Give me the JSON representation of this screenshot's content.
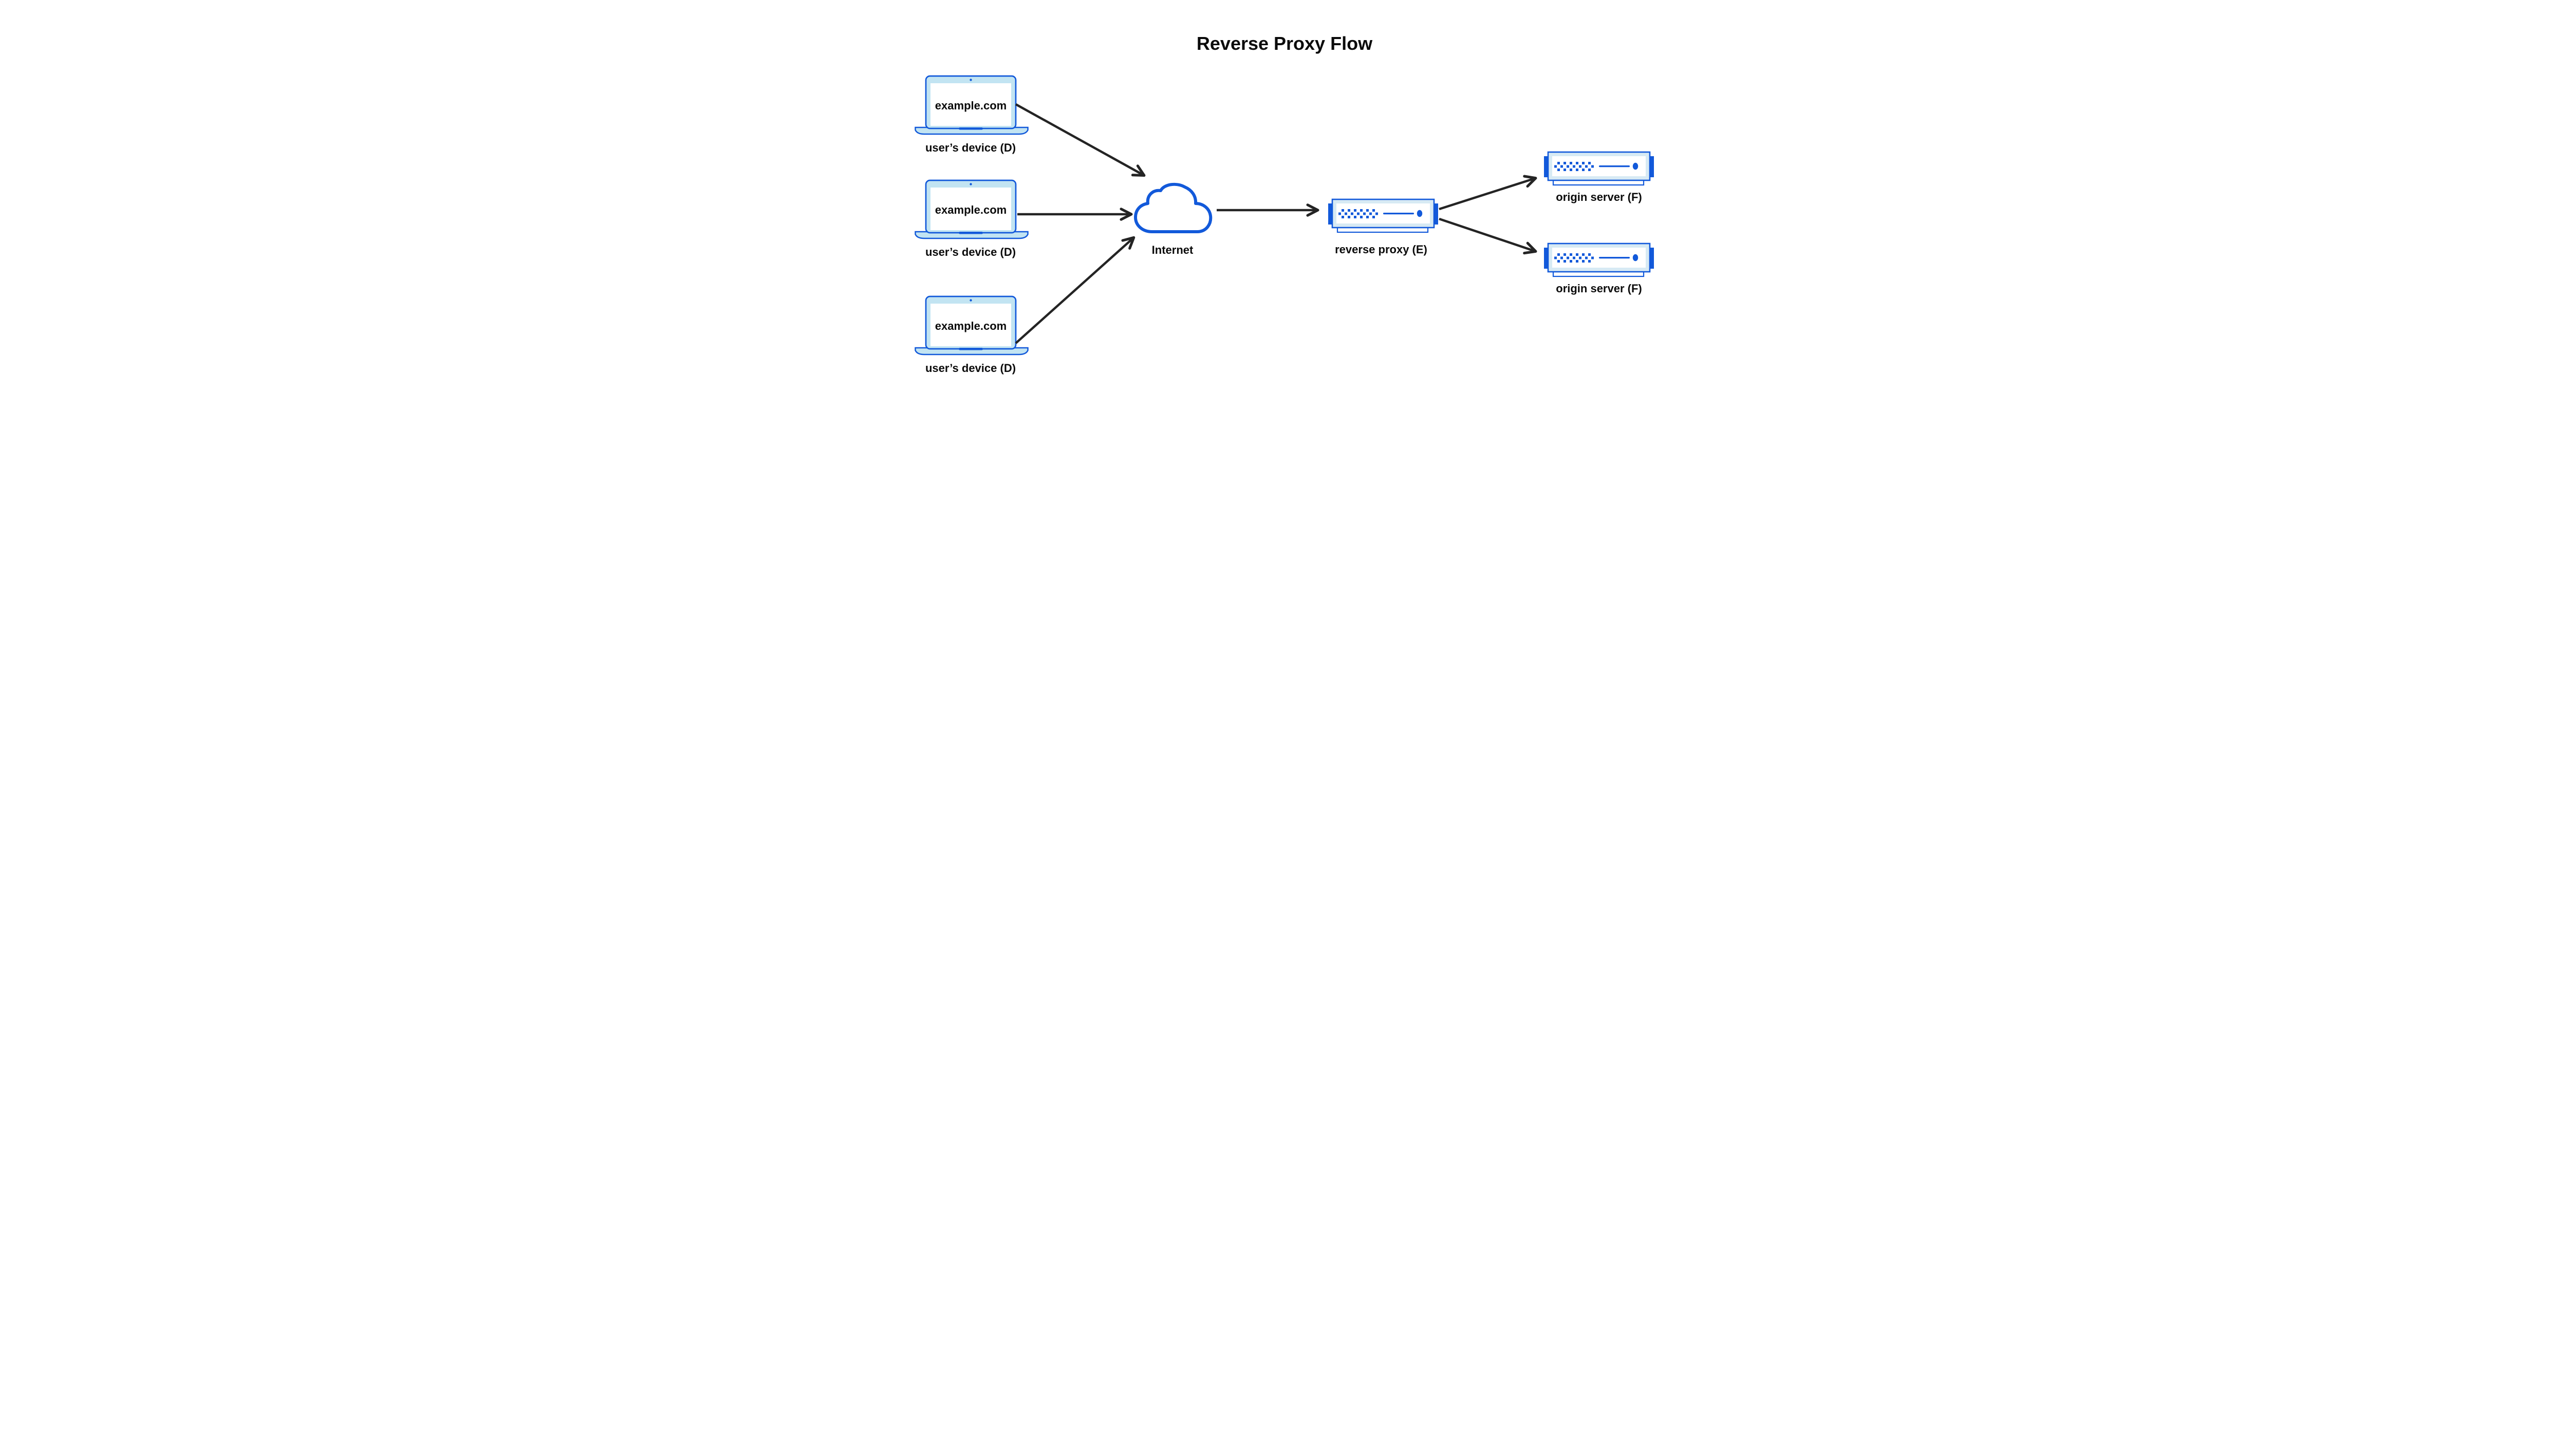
{
  "title": "Reverse Proxy Flow",
  "theme": {
    "blue": "#1259da",
    "laptop-bezel": "#c2e4f2",
    "server-bezel": "#d7eaf4",
    "arrow": "#242424",
    "text": "#0b0b0b",
    "bg": "#ffffff"
  },
  "devices": [
    {
      "screen_text": "example.com",
      "label": "user’s device (D)"
    },
    {
      "screen_text": "example.com",
      "label": "user’s device (D)"
    },
    {
      "screen_text": "example.com",
      "label": "user’s device (D)"
    }
  ],
  "internet": {
    "label": "Internet"
  },
  "reverse_proxy": {
    "label": "reverse proxy (E)"
  },
  "origin_servers": [
    {
      "label": "origin server (F)"
    },
    {
      "label": "origin server (F)"
    }
  ]
}
